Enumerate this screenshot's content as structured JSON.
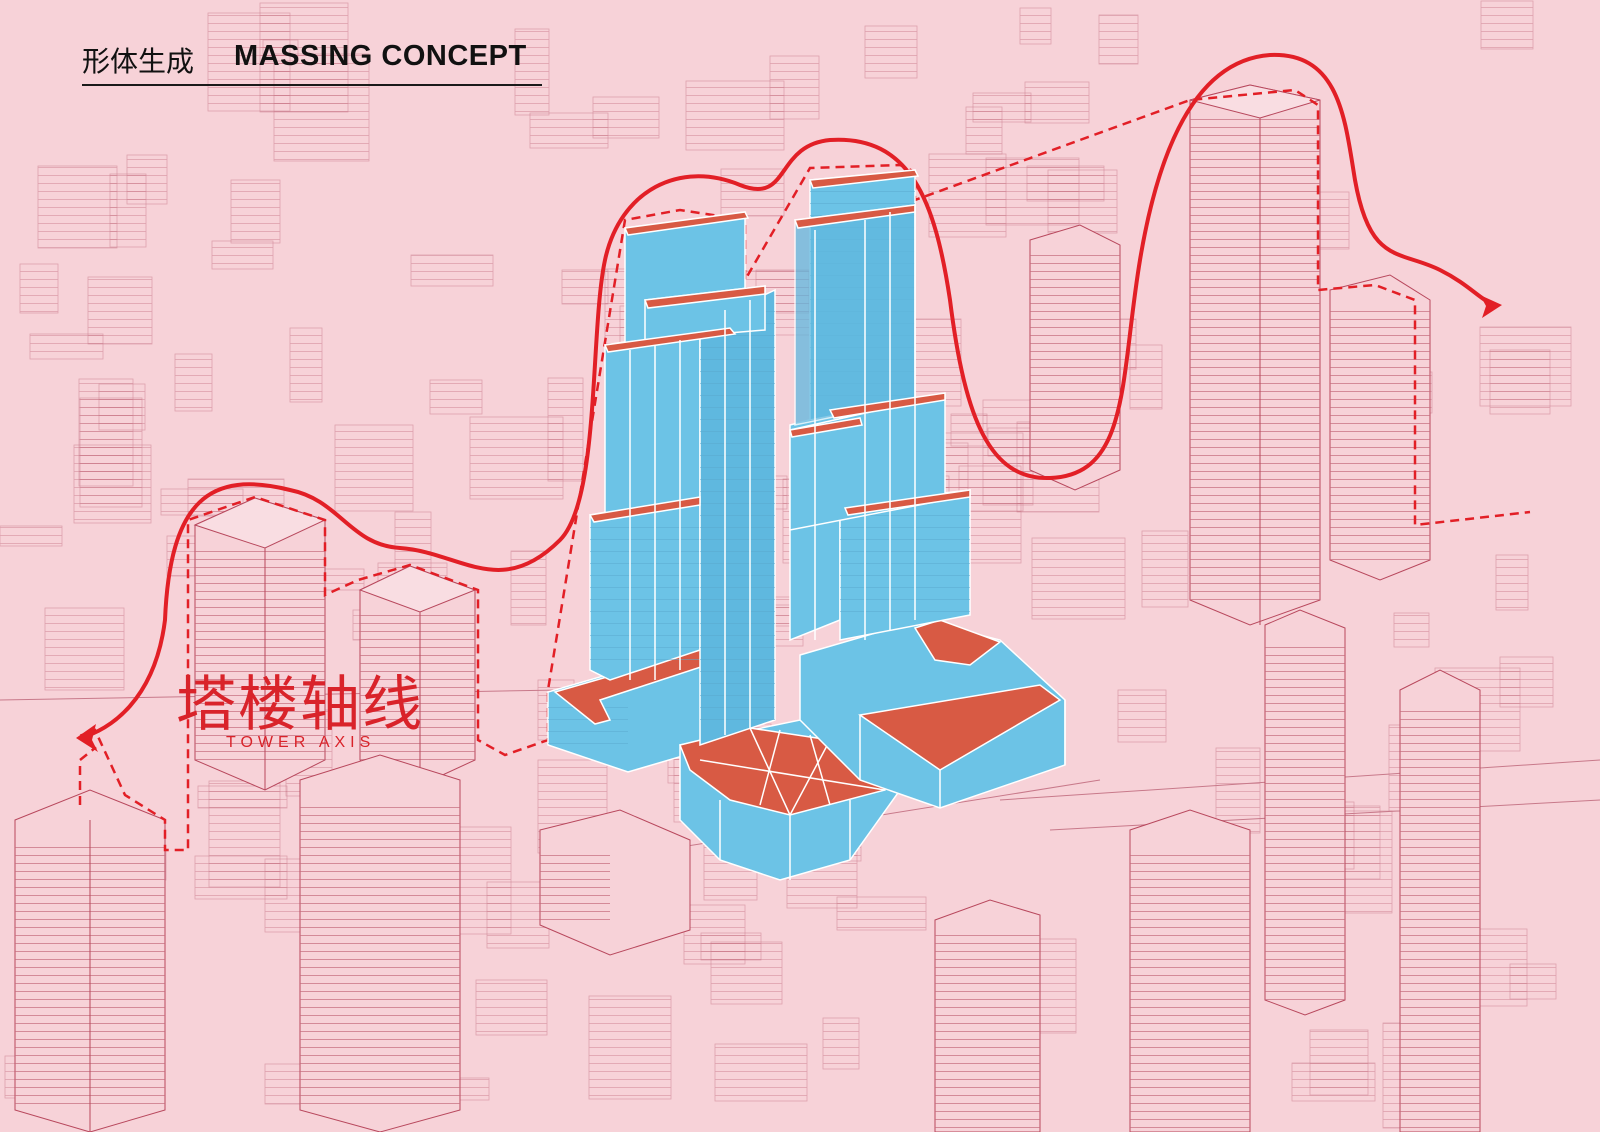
{
  "title": {
    "cn": "形体生成",
    "en": "MASSING CONCEPT"
  },
  "label": {
    "cn": "塔楼轴线",
    "en": "TOWER AXIS"
  },
  "colors": {
    "background": "#f7d2d8",
    "context_line": "#b8485d",
    "axis_red": "#e21f26",
    "tower_blue": "#6cc3e6",
    "roof_orange": "#d85a44",
    "grid_white": "#ffffff"
  },
  "icons": {
    "arrow_left": "arrowhead-left-icon",
    "arrow_right": "arrowhead-right-icon"
  }
}
